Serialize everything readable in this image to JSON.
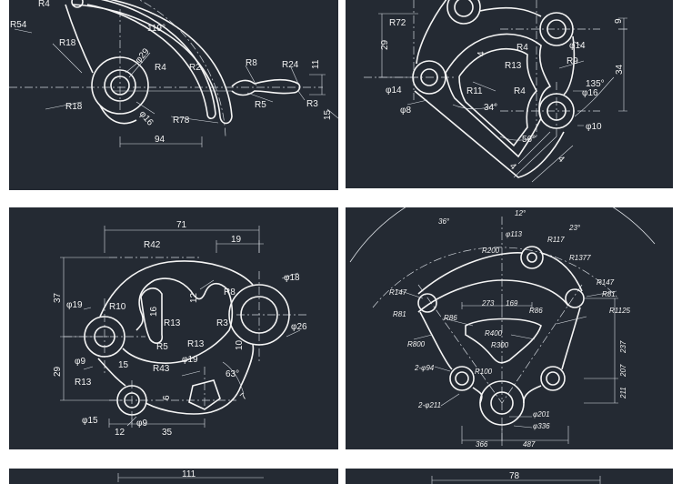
{
  "colors": {
    "background": "#242a33",
    "lines": "#f4f4f4",
    "page": "#ffffff"
  },
  "panel1": {
    "labels": [
      "R4",
      "R54",
      "R18",
      "119°",
      "φ29",
      "R4",
      "R2",
      "R8",
      "R24",
      "11",
      "R18",
      "φ16",
      "R5",
      "R3",
      "R78",
      "15",
      "94"
    ]
  },
  "panel2": {
    "labels": [
      "R72",
      "9",
      "29",
      "4",
      "R4",
      "φ14",
      "R13",
      "R9",
      "34",
      "φ14",
      "R11",
      "R4",
      "135°",
      "φ16",
      "φ8",
      "34°",
      "φ10",
      "56°",
      "4",
      "4"
    ]
  },
  "panel3": {
    "labels": [
      "71",
      "R42",
      "19",
      "φ18",
      "37",
      "φ19",
      "R10",
      "12",
      "R8",
      "16",
      "R13",
      "R3",
      "φ26",
      "R5",
      "R13",
      "10",
      "29",
      "φ9",
      "15",
      "φ19",
      "R13",
      "R43",
      "63°",
      "6",
      "7",
      "φ15",
      "φ9",
      "12",
      "35"
    ]
  },
  "panel4": {
    "labels": [
      "36°",
      "12°",
      "23°",
      "φ113",
      "R117",
      "R200",
      "R1377",
      "R147",
      "R147",
      "R81",
      "273",
      "169",
      "R81",
      "R86",
      "R86",
      "R1125",
      "R400",
      "R800",
      "R300",
      "237",
      "2-φ94",
      "R100",
      "207",
      "2-φ211",
      "211",
      "φ201",
      "φ336",
      "366",
      "487"
    ]
  },
  "panel5": {
    "labels": [
      "111"
    ]
  },
  "panel6": {
    "labels": [
      "78"
    ]
  }
}
